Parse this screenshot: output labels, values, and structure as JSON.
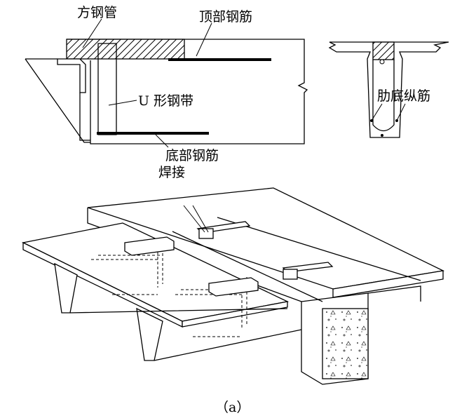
{
  "labels": {
    "square_tube": "方钢管",
    "top_rebar": "顶部钢筋",
    "u_strap": "U 形钢带",
    "rib_rebar": "肋底纵筋",
    "bottom_rebar": "底部钢筋",
    "weld": "焊接"
  },
  "caption": "（a）"
}
